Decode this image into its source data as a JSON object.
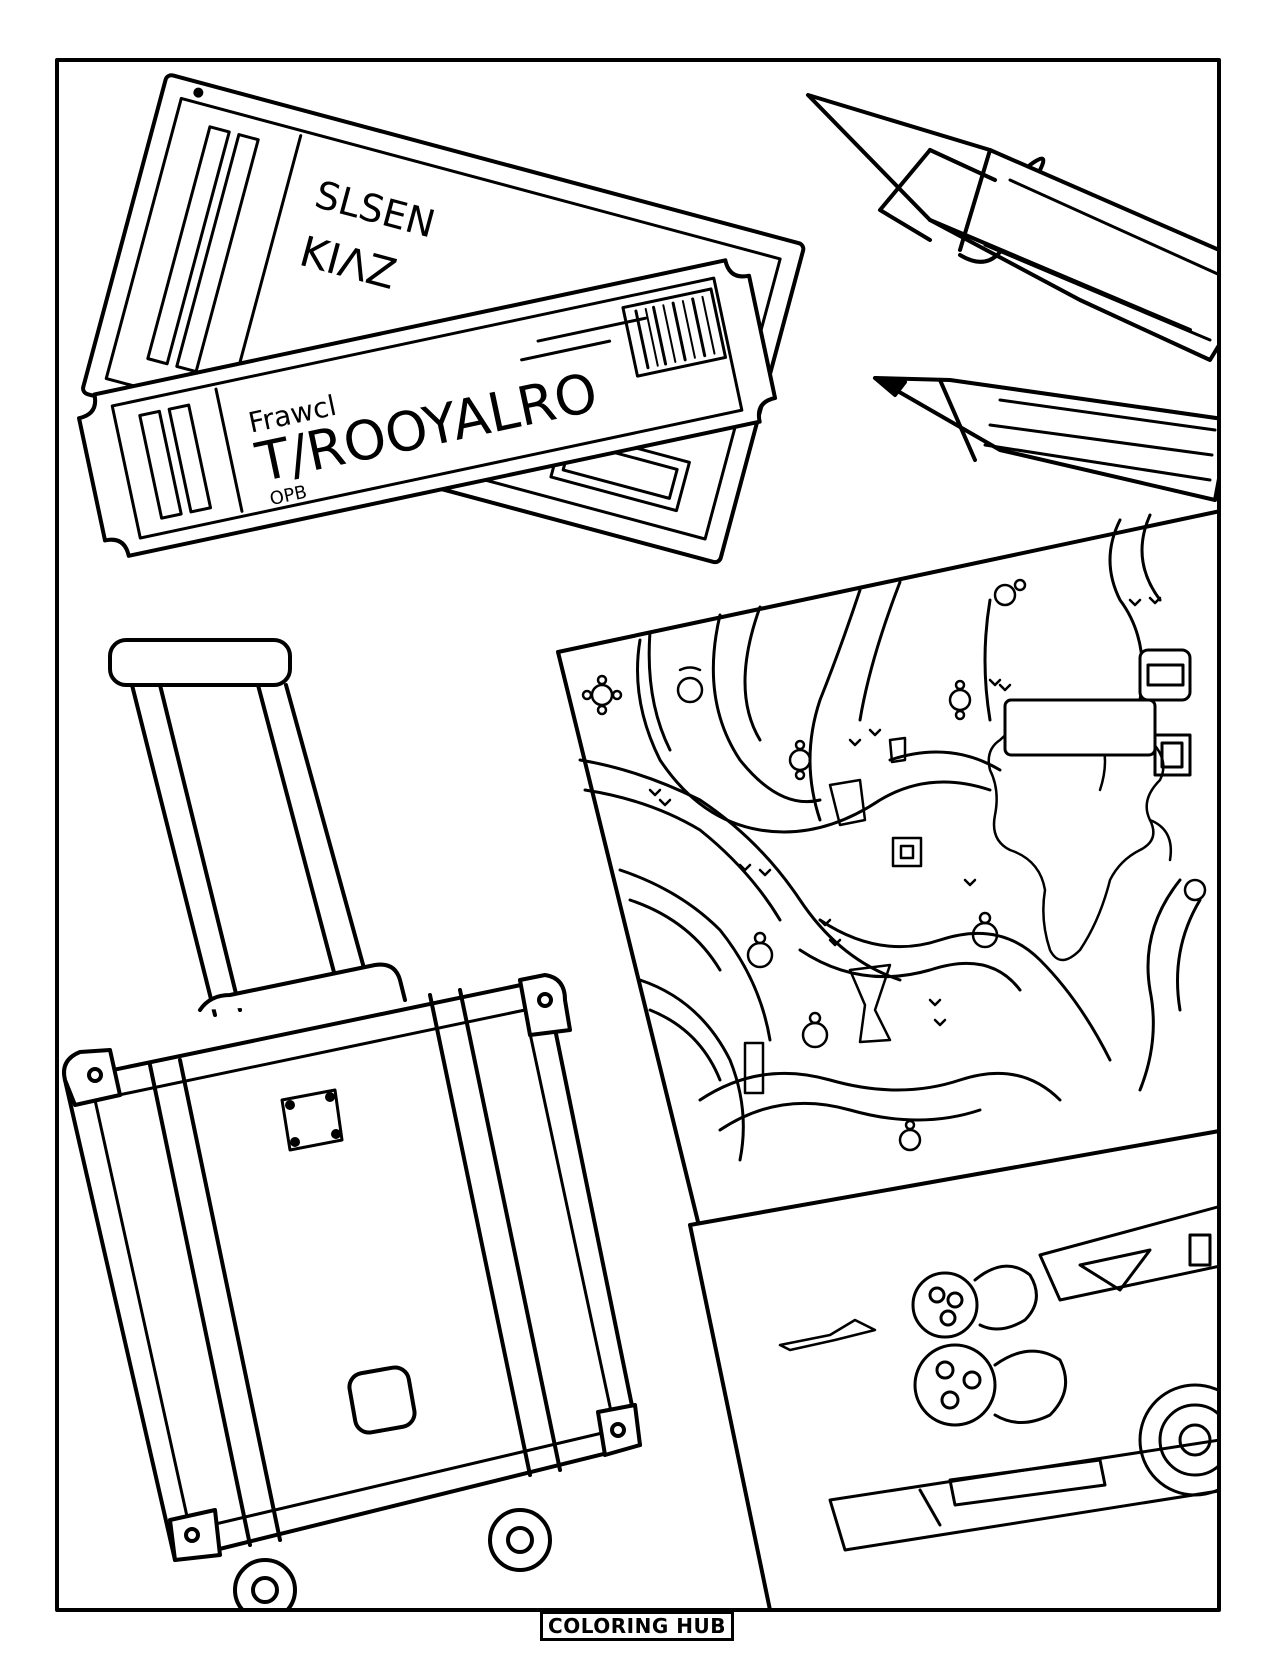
{
  "tickets": {
    "back": {
      "line1": "SLSEN",
      "line2": "ΚΙΛΖ"
    },
    "front": {
      "small": "Frawcl",
      "big": "T/ROOYALRO",
      "code": "OPB"
    }
  },
  "brand": {
    "label": "COLORING HUB"
  },
  "colors": {
    "ink": "#000000",
    "paper": "#ffffff"
  }
}
